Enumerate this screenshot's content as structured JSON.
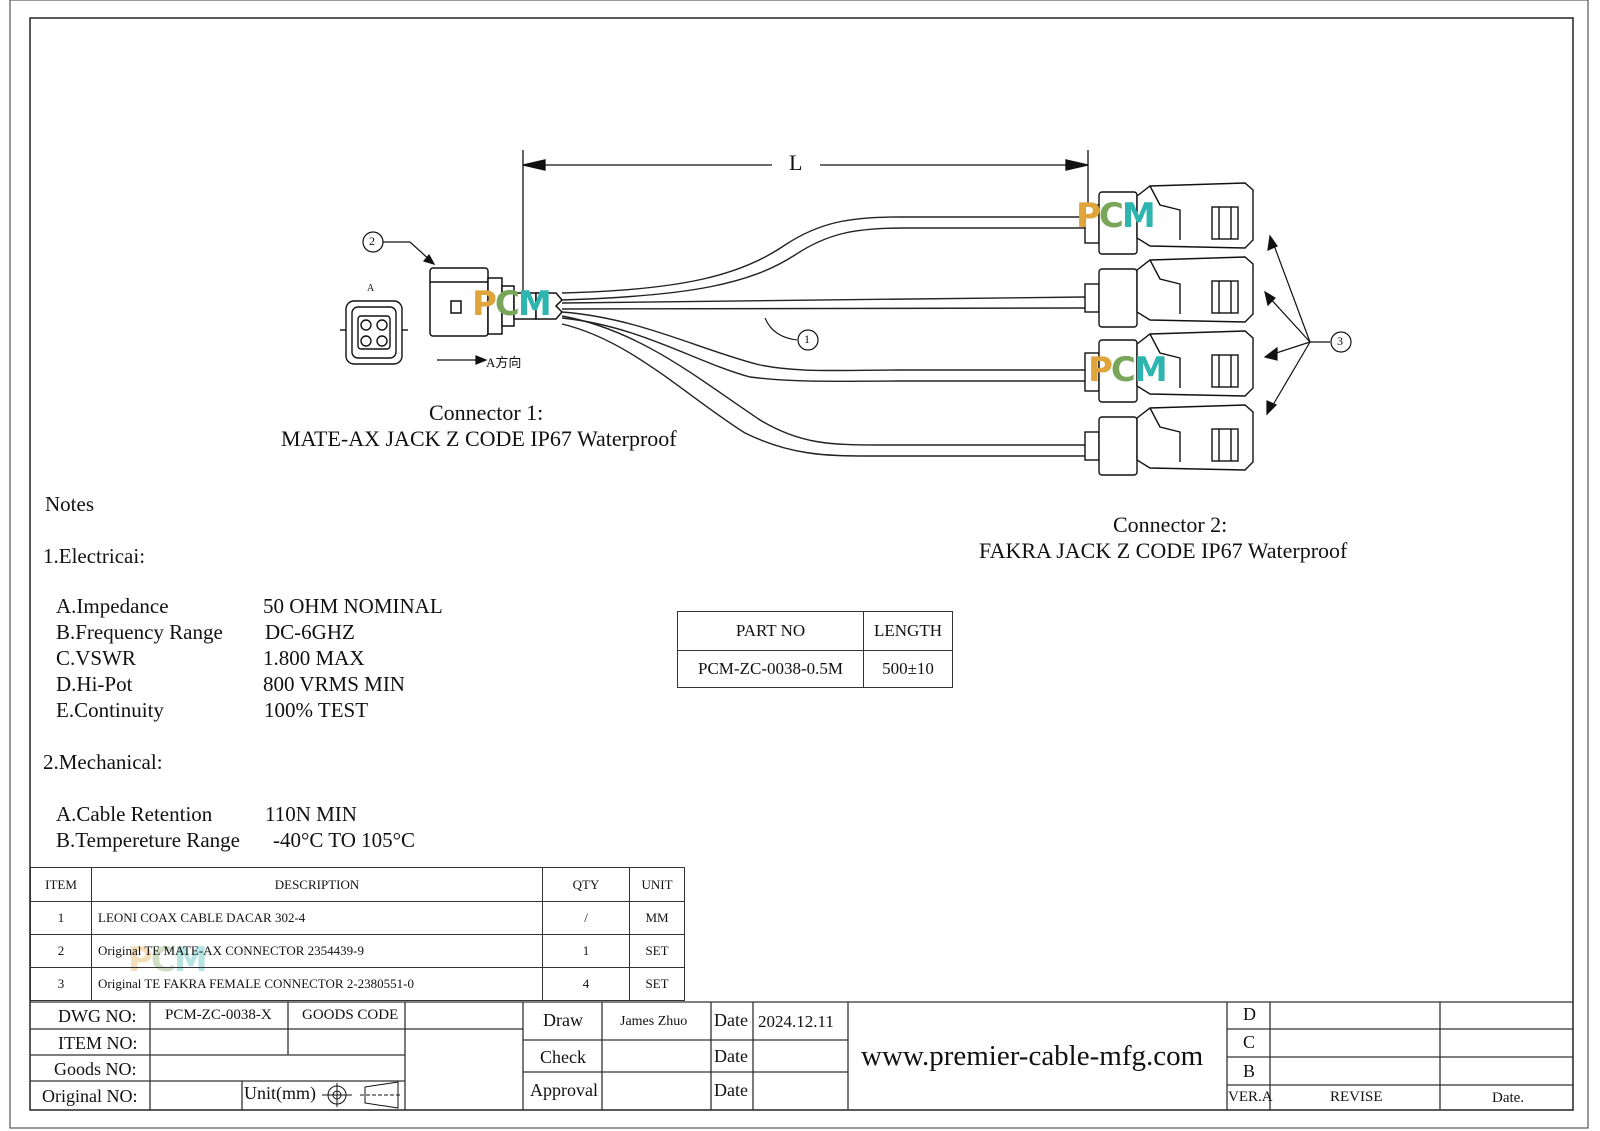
{
  "dimension_label": "L",
  "view_label_a": "A",
  "view_direction": "A方向",
  "callouts": {
    "cable": "1",
    "connector1": "2",
    "connector2": "3"
  },
  "watermark": {
    "p": "P",
    "c": "C",
    "m": "M"
  },
  "connector1": {
    "title": "Connector 1:",
    "desc": "MATE-AX JACK Z CODE IP67 Waterproof"
  },
  "connector2": {
    "title": "Connector 2:",
    "desc": "FAKRA JACK Z CODE IP67 Waterproof"
  },
  "notes": {
    "heading": "Notes",
    "electrical": {
      "heading": "1.Electricai:",
      "rows": [
        {
          "label": "A.Impedance",
          "value": "50 OHM NOMINAL"
        },
        {
          "label": "B.Frequency Range",
          "value": "DC-6GHZ"
        },
        {
          "label": "C.VSWR",
          "value": "1.800 MAX"
        },
        {
          "label": "D.Hi-Pot",
          "value": "800 VRMS MIN"
        },
        {
          "label": "E.Continuity",
          "value": "100% TEST"
        }
      ]
    },
    "mechanical": {
      "heading": "2.Mechanical:",
      "rows": [
        {
          "label": "A.Cable Retention",
          "value": "110N MIN"
        },
        {
          "label": "B.Tempereture Range",
          "value": "-40°C TO 105°C"
        }
      ]
    }
  },
  "part_table": {
    "headers": [
      "PART NO",
      "LENGTH"
    ],
    "row": [
      "PCM-ZC-0038-0.5M",
      "500±10"
    ]
  },
  "bom": {
    "headers": [
      "ITEM",
      "DESCRIPTION",
      "QTY",
      "UNIT"
    ],
    "rows": [
      [
        "1",
        "LEONI COAX CABLE DACAR 302-4",
        "/",
        "MM"
      ],
      [
        "2",
        "Original TE MATE-AX CONNECTOR 2354439-9",
        "1",
        "SET"
      ],
      [
        "3",
        "Original TE FAKRA FEMALE CONNECTOR 2-2380551-0",
        "4",
        "SET"
      ]
    ]
  },
  "title_block": {
    "dwg_no_label": "DWG NO:",
    "dwg_no": "PCM-ZC-0038-X",
    "goods_code_label": "GOODS CODE",
    "item_no_label": "ITEM NO:",
    "goods_no_label": "Goods NO:",
    "original_no_label": "Original NO:",
    "unit_label": "Unit(mm)",
    "draw_label": "Draw",
    "drawer": "James Zhuo",
    "check_label": "Check",
    "approval_label": "Approval",
    "date_label": "Date",
    "draw_date": "2024.12.11",
    "website": "www.premier-cable-mfg.com",
    "revisions": [
      "D",
      "C",
      "B"
    ],
    "ver_label": "VER.A",
    "revise_label": "REVISE",
    "date_col_label": "Date."
  }
}
